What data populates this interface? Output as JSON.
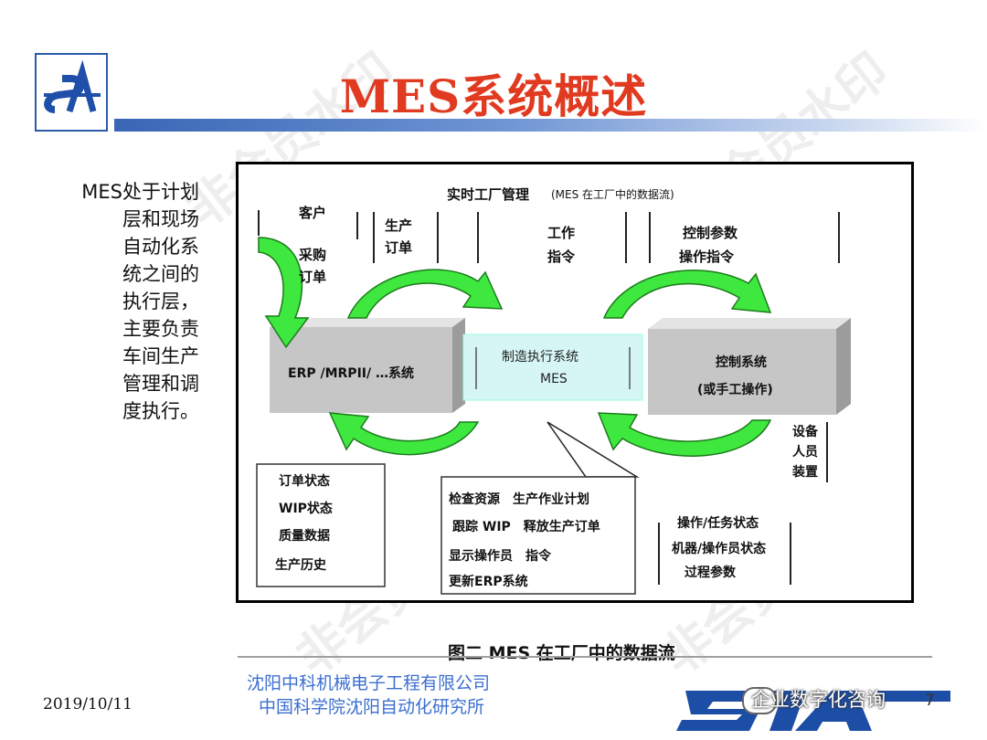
{
  "slide": {
    "title": "MES系统概述",
    "side_text_lines": [
      "MES处于计划",
      "层和现场",
      "自动化系",
      "统之间的",
      "执行层，",
      "主要负责",
      "车间生产",
      "管理和调",
      "度执行。"
    ],
    "date": "2019/10/11",
    "org_line1": "沈阳中科机械电子工程有限公司",
    "org_line2": "中国科学院沈阳自动化研究所",
    "wechat_label": "企业数字化咨询",
    "page_number": "7",
    "watermark": "非会员水印"
  },
  "diagram": {
    "header": "实时工厂管理",
    "header_note": "(MES 在工厂中的数据流)",
    "top_labels": {
      "customer": "客户",
      "purchase_line1": "采购",
      "purchase_line2": "订单",
      "production_line1": "生产",
      "production_line2": "订单",
      "work_line1": "工作",
      "work_line2": "指令",
      "control_params": "控制参数",
      "operation_instr": "操作指令"
    },
    "erp_box": "ERP /MRPII/ …系统",
    "mes_box_line1": "制造执行系统",
    "mes_box_line2": "MES",
    "control_box_line1": "控制系统",
    "control_box_line2": "(或手工操作)",
    "right_side": [
      "设备",
      "人员",
      "装置"
    ],
    "left_bottom": [
      "订单状态",
      "WIP状态",
      "质量数据",
      "生产历史"
    ],
    "center_bottom": [
      "检查资源　生产作业计划",
      "跟踪 WIP　释放生产订单",
      "显示操作员　指令",
      "更新ERP系统"
    ],
    "right_bottom": [
      "操作/任务状态",
      "机器/操作员状态",
      "过程参数"
    ],
    "caption": "图二 MES 在工厂中的数据流",
    "colors": {
      "arrow_green": "#3ee83e",
      "box_gray": "#c8c8c8",
      "mes_cyan": "#d6f5f5",
      "title_red": "#e03a20",
      "org_blue": "#3c6fd0"
    }
  }
}
